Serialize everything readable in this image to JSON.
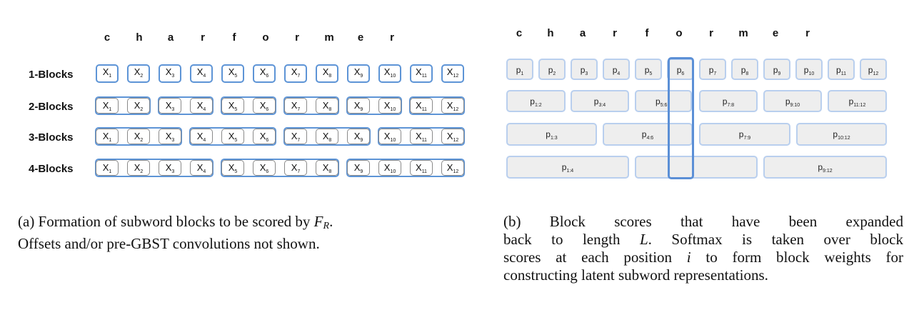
{
  "left_panel": {
    "chars": [
      "c",
      "h",
      "a",
      "r",
      "f",
      "o",
      "r",
      "m",
      "e",
      "r"
    ],
    "row_labels": [
      "1-Blocks",
      "2-Blocks",
      "3-Blocks",
      "4-Blocks"
    ],
    "token_letter": "X",
    "token_indices": [
      "1",
      "2",
      "3",
      "4",
      "5",
      "6",
      "7",
      "8",
      "9",
      "10",
      "11",
      "12"
    ]
  },
  "right_panel": {
    "chars": [
      "c",
      "h",
      "a",
      "r",
      "f",
      "o",
      "r",
      "m",
      "e",
      "r"
    ],
    "p_letter": "p",
    "row1": [
      "1",
      "2",
      "3",
      "4",
      "5",
      "6",
      "7",
      "8",
      "9",
      "10",
      "11",
      "12"
    ],
    "row2": [
      "1:2",
      "3:4",
      "5:6",
      "7:8",
      "9:10",
      "11:12"
    ],
    "row3": [
      "1:3",
      "4:6",
      "7:9",
      "10:12"
    ],
    "row4": [
      "1:4",
      "",
      "9:12"
    ]
  },
  "caption_a": {
    "line1": "(a) Formation of subword blocks to be scored by",
    "symbol": "F",
    "symbol_sub": "R",
    "line1_end": ".",
    "line2": "Offsets and/or pre-GBST convolutions not shown."
  },
  "caption_b": {
    "line1": "(b) Block scores that have been expanded",
    "line2_pre": "back to length",
    "line2_sym": "L",
    "line2_post": ". Softmax is taken over block",
    "line3_pre": "scores at each position",
    "line3_sym": "i",
    "line3_post": "to form block weights for",
    "line4": "constructing latent subword representations."
  },
  "colors": {
    "accent": "#5d94d6",
    "box_fill": "#eeeeee",
    "box_border": "#b9cfee"
  }
}
